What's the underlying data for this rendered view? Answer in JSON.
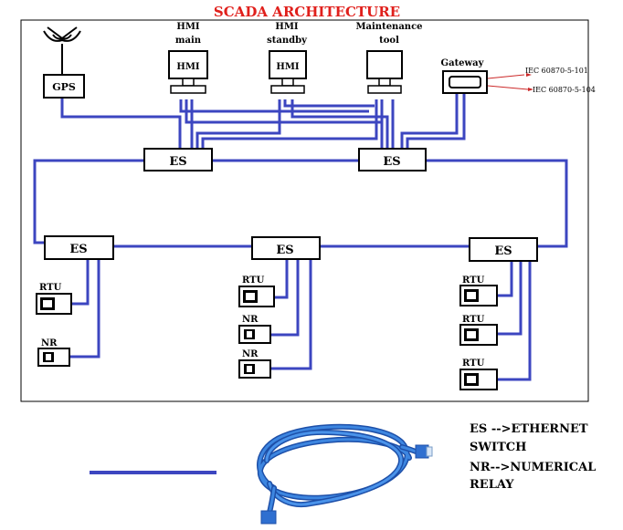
{
  "title": "SCADA ARCHITECTURE",
  "devices": {
    "gps": "GPS",
    "hmi_main": {
      "caption_line1": "HMI",
      "caption_line2": "main",
      "screen": "HMI"
    },
    "hmi_standby": {
      "caption_line1": "HMI",
      "caption_line2": "standby",
      "screen": "HMI"
    },
    "maintenance": {
      "caption_line1": "Maintenance",
      "caption_line2": "tool"
    },
    "gateway": "Gateway"
  },
  "protocols": [
    "IEC 60870-5-101",
    "IEC 60870-5-104"
  ],
  "switch_label": "ES",
  "rtu_label": "RTU",
  "nr_label": "NR",
  "legend": {
    "es_line1": "ES -->ETHERNET",
    "es_line2": "SWITCH",
    "nr_line1": "NR-->NUMERICAL",
    "nr_line2": "RELAY"
  },
  "colors": {
    "title": "#e0201c",
    "link": "#3c46c0",
    "frame": "#000000",
    "cable": "#2f6fd0"
  }
}
